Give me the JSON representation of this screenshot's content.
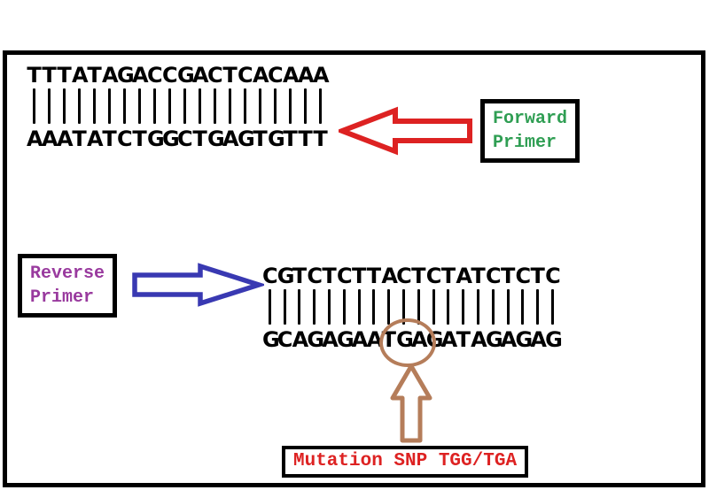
{
  "colors": {
    "border": "#000000",
    "sequence": "#000000",
    "forward_arrow": "#dd2222",
    "reverse_arrow": "#3939b2",
    "forward_primer_text": "#2f9e53",
    "reverse_primer_text": "#993a9e",
    "mutation_text": "#dd2222",
    "mutation_marker": "#b57d5a"
  },
  "top_duplex": {
    "top_strand": "TTTATAGACCGACTCACAAA",
    "bottom_strand": "AAATATCTGGCTGAGTGTTT"
  },
  "bottom_duplex": {
    "top_strand": "CGTCTCTTACTCTATCTCTC",
    "bottom_strand": "GCAGAGAATGAGATAGAGAG"
  },
  "labels": {
    "forward_primer_line1": "Forward",
    "forward_primer_line2": "Primer",
    "reverse_primer_line1": "Reverse",
    "reverse_primer_line2": "Primer",
    "mutation": "Mutation SNP TGG/TGA"
  },
  "mutation_marker": {
    "circled_bases": "TGA",
    "circle_start_index": 8,
    "circle_length": 3
  }
}
